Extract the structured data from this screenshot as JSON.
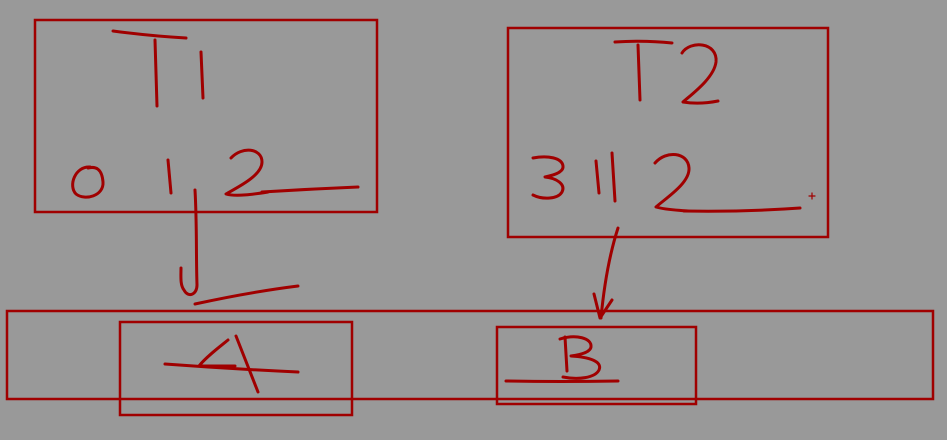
{
  "canvas": {
    "background_color": "#999999",
    "ink_color": "#a00000"
  },
  "threads": [
    {
      "id": "T1",
      "label": "T1",
      "values_written": "012"
    },
    {
      "id": "T2",
      "label": "T2",
      "values_written": "312"
    }
  ],
  "shared": {
    "container": "memory",
    "cells": [
      {
        "id": "A",
        "label": "A",
        "crossed_out": true
      },
      {
        "id": "B",
        "label": "B",
        "underlined": true
      }
    ]
  },
  "arrows": [
    {
      "from": "T1",
      "to": "A"
    },
    {
      "from": "T2",
      "to": "B"
    }
  ]
}
